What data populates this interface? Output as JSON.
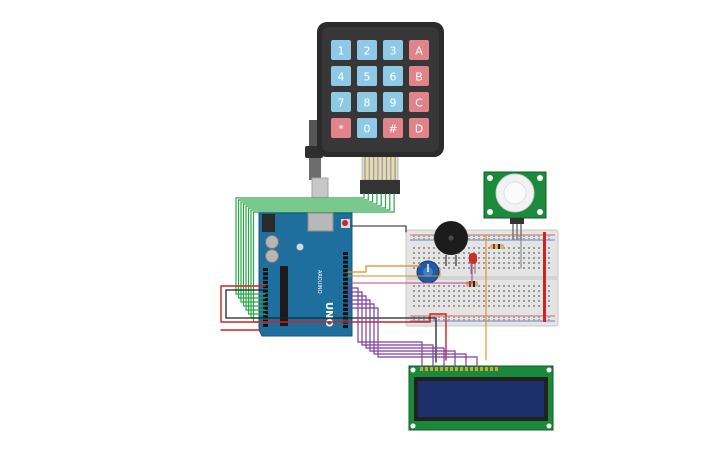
{
  "keypad": {
    "keys": [
      {
        "label": "1",
        "kind": "digit"
      },
      {
        "label": "2",
        "kind": "digit"
      },
      {
        "label": "3",
        "kind": "digit"
      },
      {
        "label": "A",
        "kind": "letter"
      },
      {
        "label": "4",
        "kind": "digit"
      },
      {
        "label": "5",
        "kind": "digit"
      },
      {
        "label": "6",
        "kind": "digit"
      },
      {
        "label": "B",
        "kind": "letter"
      },
      {
        "label": "7",
        "kind": "digit"
      },
      {
        "label": "8",
        "kind": "digit"
      },
      {
        "label": "9",
        "kind": "digit"
      },
      {
        "label": "C",
        "kind": "letter"
      },
      {
        "label": "*",
        "kind": "letter"
      },
      {
        "label": "0",
        "kind": "digit"
      },
      {
        "label": "#",
        "kind": "letter"
      },
      {
        "label": "D",
        "kind": "letter"
      }
    ]
  },
  "arduino": {
    "model_text": "UNO",
    "brand_text": "ARDUINO"
  },
  "colors": {
    "background": "#ffffff",
    "keypad_body": "#2b2b2b",
    "digit_key": "#8ec9e6",
    "letter_key": "#e0838a",
    "arduino_board": "#1f6f9e",
    "pcb_green": "#1a8a3a",
    "breadboard": "#e7e7e7",
    "lcd_screen": "#1d2f6b",
    "wire_green": "#2aa84a",
    "wire_red": "#d32020",
    "wire_purple": "#7a3fa0",
    "wire_black": "#222222",
    "wire_orange": "#e08a1e"
  }
}
